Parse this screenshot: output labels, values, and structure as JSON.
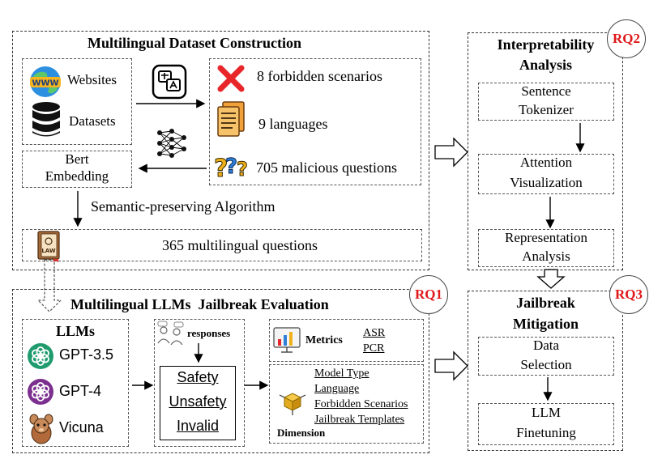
{
  "dataset": {
    "title": "Multilingual Dataset Construction",
    "websites": "Websites",
    "www": "WWW",
    "datasets": "Datasets",
    "bert_line1": "Bert",
    "bert_line2": "Embedding",
    "scenarios": "8 forbidden scenarios",
    "languages": "9 languages",
    "malicious": "705 malicious questions",
    "algorithm": "Semantic-preserving Algorithm",
    "multilingual": "365 multilingual questions",
    "law": "LAW"
  },
  "interpretability": {
    "title_line1": "Interpretability",
    "title_line2": "Analysis",
    "badge": "RQ2",
    "step1_line1": "Sentence",
    "step1_line2": "Tokenizer",
    "step2_line1": "Attention",
    "step2_line2": "Visualization",
    "step3_line1": "Representation",
    "step3_line2": "Analysis"
  },
  "evaluation": {
    "title": "Multilingual LLMs  Jailbreak Evaluation",
    "badge": "RQ1",
    "llms_title": "LLMs",
    "llms": [
      "GPT-3.5",
      "GPT-4",
      "Vicuna"
    ],
    "responses": "responses",
    "labels": [
      "Safety",
      "Unsafety",
      "Invalid"
    ],
    "metrics_label": "Metrics",
    "metrics": [
      "ASR",
      "PCR"
    ],
    "dimension_label": "Dimension",
    "dimensions": [
      "Model Type",
      "Language",
      "Forbidden Scenarios",
      "Jailbreak Templates"
    ]
  },
  "mitigation": {
    "title_line1": "Jailbreak",
    "title_line2": "Mitigation",
    "badge": "RQ3",
    "step1_line1": "Data",
    "step1_line2": "Selection",
    "step2_line1": "LLM",
    "step2_line2": "Finetuning"
  },
  "colors": {
    "badge": "#e0191b",
    "cross": "#e8262a",
    "openai_green": "#1f9b6e",
    "openai_purple": "#7b2f8e"
  }
}
